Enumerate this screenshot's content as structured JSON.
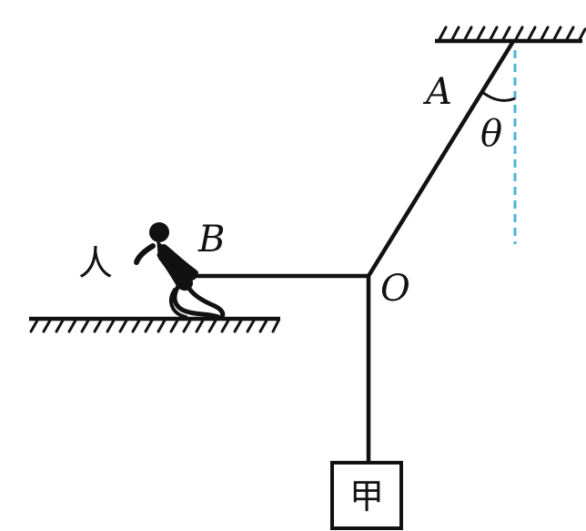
{
  "labels": {
    "point_a": "A",
    "point_b": "B",
    "point_o": "O",
    "angle": "θ",
    "person": "人",
    "block": "甲"
  },
  "colors": {
    "ink": "#111111",
    "reference_line": "#4fb3d9",
    "background": "#ffffff"
  },
  "icons": {
    "person": "person-pulling-rope-icon"
  }
}
